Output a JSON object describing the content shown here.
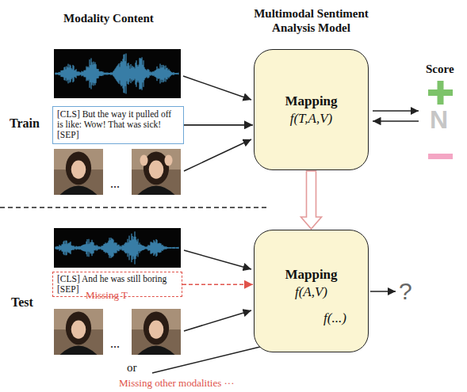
{
  "diagram": {
    "nodes": [
      {
        "text": [
          "[CLS] But the way it pulled off is like: Wow! That was sick! [SEP]"
        ]
      },
      {
        "text": [
          "Mapping",
          "f(T,A,V)"
        ]
      },
      {
        "text": [
          "[CLS] And he was still boring [SEP]"
        ]
      },
      {
        "text": [
          "Mapping",
          "f(A,V)",
          "f(...)"
        ]
      }
    ],
    "edges": [
      {
        "from": 0,
        "to": 1,
        "arrow": "to"
      },
      {
        "from": 1,
        "to": 3,
        "arrow": "to"
      },
      {
        "from": 2,
        "to": 3,
        "arrow": "to"
      }
    ],
    "labels": [
      "Modality Content",
      "Multimodal Sentiment Analysis Model",
      "Score",
      "N",
      "Train",
      "...",
      "Test",
      "Missing T",
      "...",
      "?",
      "or",
      "Missing other modalities ···"
    ]
  }
}
